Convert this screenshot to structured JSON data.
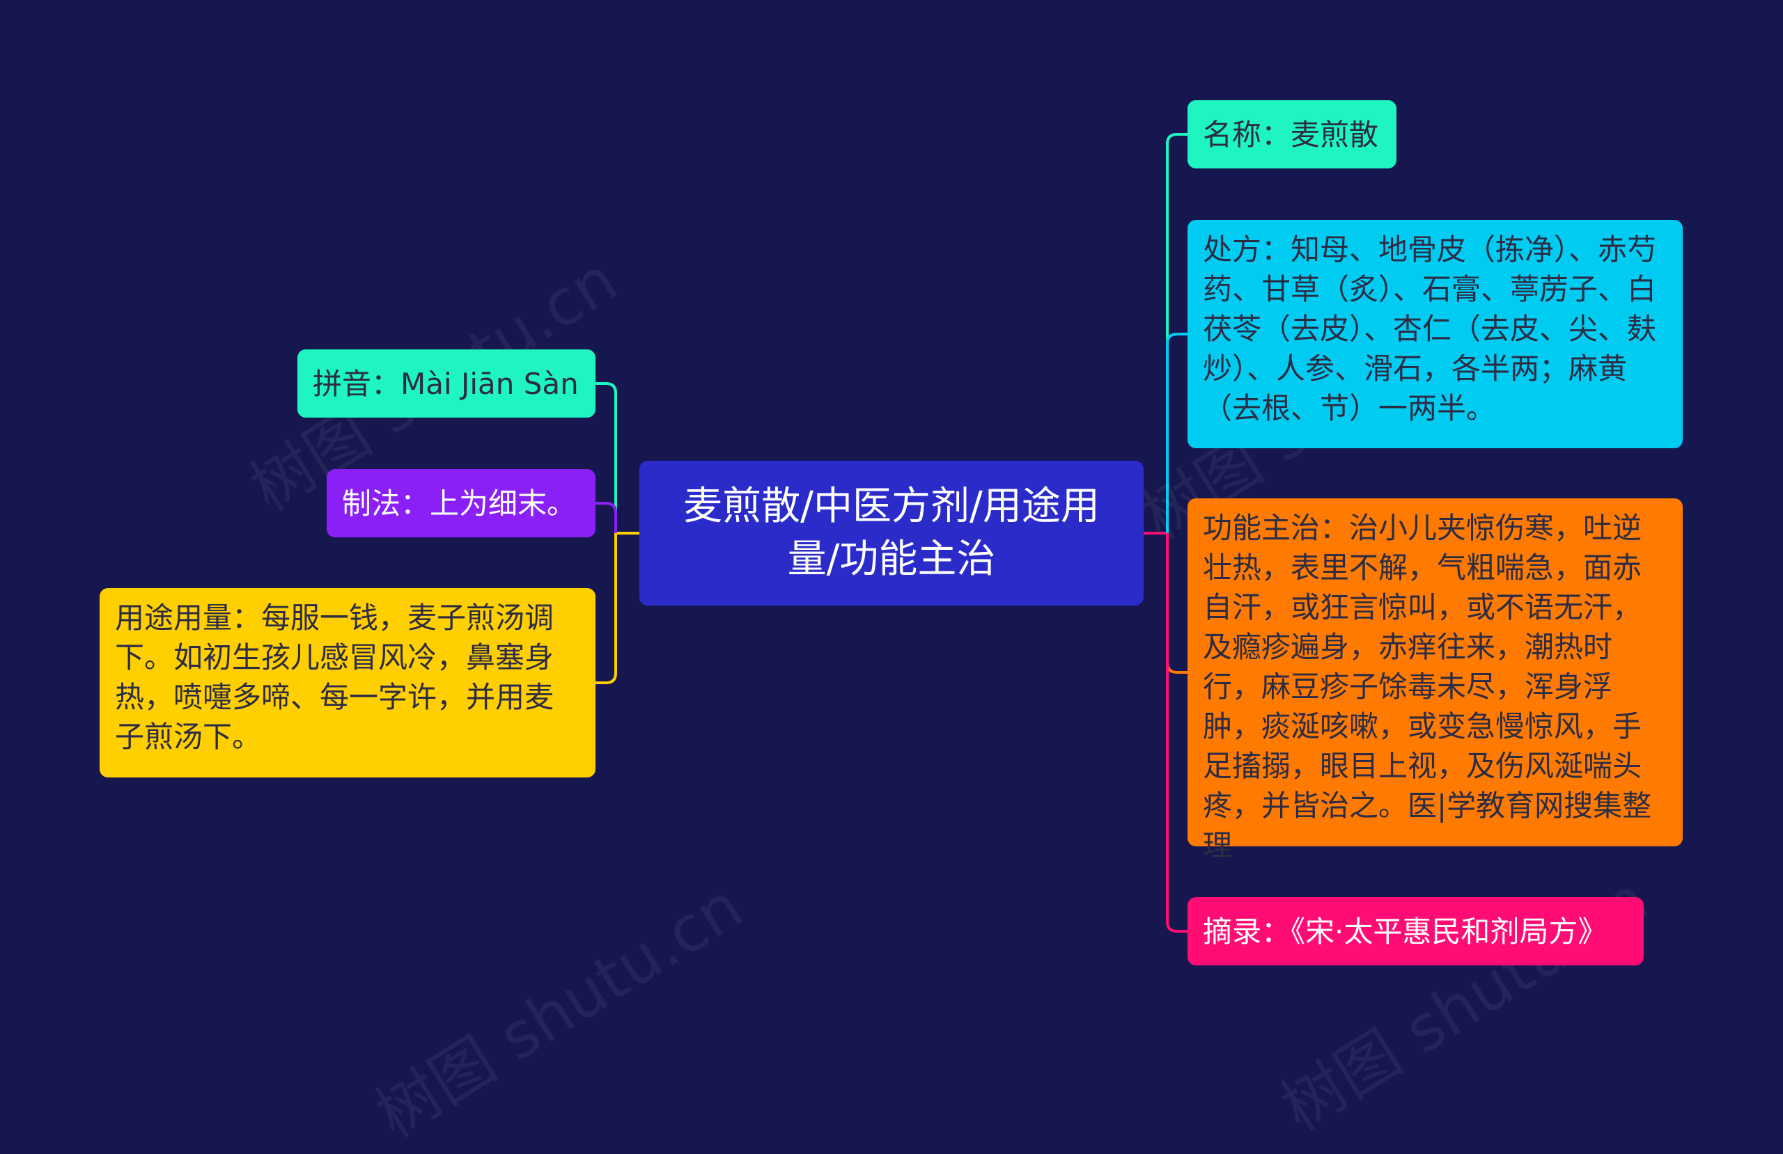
{
  "center": {
    "title": "麦煎散/中医方剂/用途用量/功能主治",
    "color": "#2a2bc9"
  },
  "left_nodes": [
    {
      "id": "pinyin",
      "text": "拼音：Mài Jiān Sàn",
      "color": "#1ef5c1"
    },
    {
      "id": "zhifa",
      "text": "制法：上为细末。",
      "color": "#8a1ff6"
    },
    {
      "id": "yongtu",
      "text": "用途用量：每服一钱，麦子煎汤调下。如初生孩儿感冒风冷，鼻塞身热，喷嚏多啼、每一字许，并用麦子煎汤下。",
      "color": "#ffcf00"
    }
  ],
  "right_nodes": [
    {
      "id": "name",
      "text": "名称：麦煎散",
      "color": "#1ef5c1"
    },
    {
      "id": "chufang",
      "text": "处方：知母、地骨皮（拣净）、赤芍药、甘草（炙）、石膏、葶苈子、白茯苓（去皮）、杏仁（去皮、尖、麸炒）、人参、滑石，各半两；麻黄（去根、节）一两半。",
      "color": "#00ccf2"
    },
    {
      "id": "gongneng",
      "text": "功能主治：治小儿夹惊伤寒，吐逆壮热，表里不解，气粗喘急，面赤自汗，或狂言惊叫，或不语无汗，及瘾疹遍身，赤痒往来，潮热时行，麻豆疹子馀毒未尽，浑身浮肿，痰涎咳嗽，或变急慢惊风，手足搐搦，眼目上视，及伤风涎喘头疼，并皆治之。医|学教育网搜集整理",
      "color": "#ff7a00"
    },
    {
      "id": "zhailu",
      "text": "摘录：《宋·太平惠民和剂局方》",
      "color": "#ff0d74"
    }
  ],
  "watermark": "树图 shutu.cn",
  "background": "#17174f"
}
